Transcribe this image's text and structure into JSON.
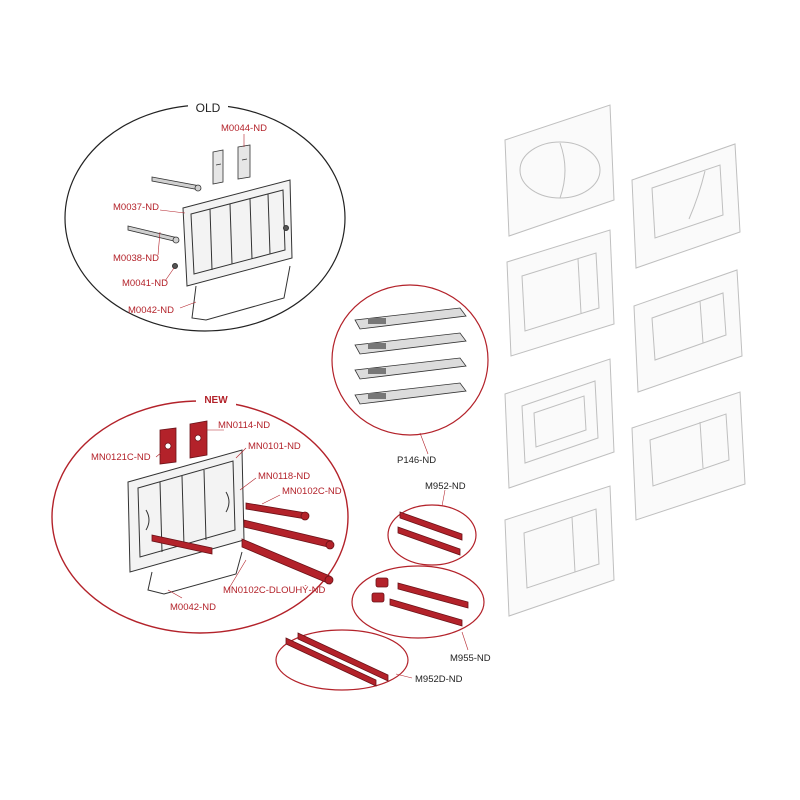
{
  "headers": {
    "old": "OLD",
    "new": "NEW"
  },
  "labels": {
    "m0044": "M0044-ND",
    "m0037": "M0037-ND",
    "m0038": "M0038-ND",
    "m0041": "M0041-ND",
    "m0042_old": "M0042-ND",
    "p146": "P146-ND",
    "mn0114": "MN0114-ND",
    "mn0121c": "MN0121C-ND",
    "mn0101": "MN0101-ND",
    "mn0118": "MN0118-ND",
    "mn0102c": "MN0102C-ND",
    "mn0102c_long": "MN0102C-DLOUHÝ-ND",
    "m0042_new": "M0042-ND",
    "m952": "M952-ND",
    "m955": "M955-ND",
    "m952d": "M952D-ND"
  },
  "colors": {
    "accent": "#b3222a",
    "line": "#222222",
    "panel_line": "#bfbfbf",
    "part_fill": "#c8c8c8"
  }
}
